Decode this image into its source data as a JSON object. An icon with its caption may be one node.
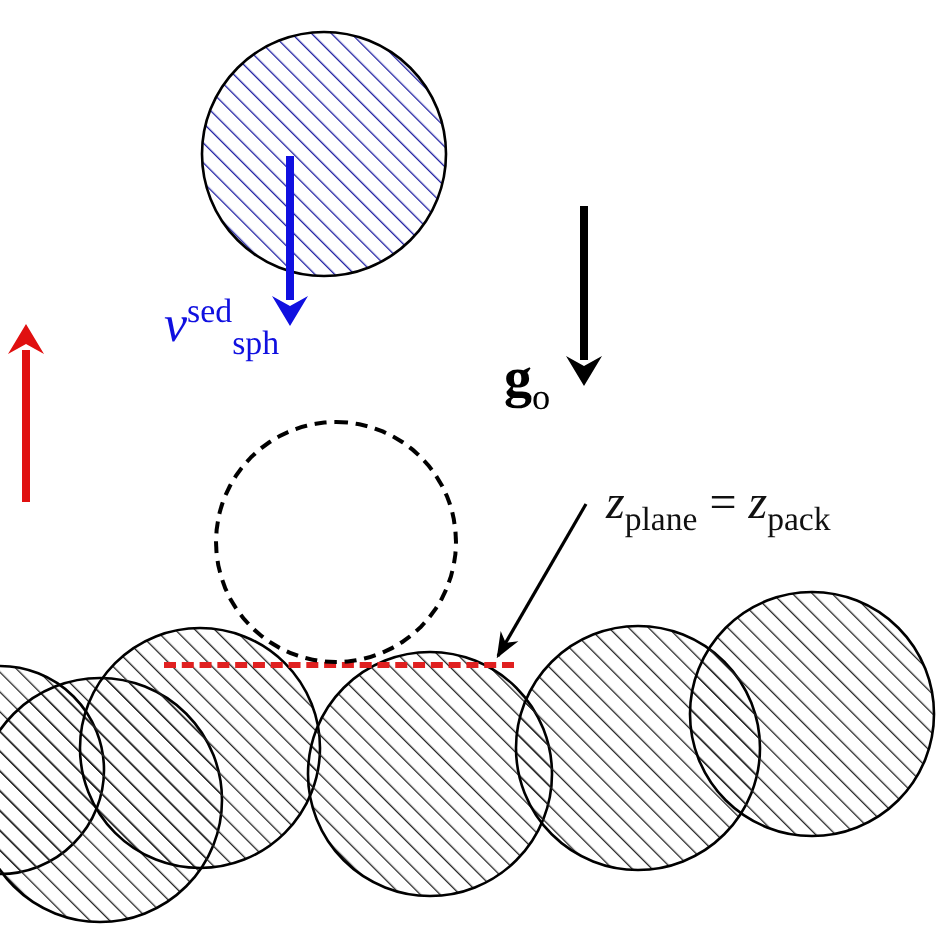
{
  "diagram": {
    "nodes": [
      {
        "text": [
          "*z*$_{plane}$ = *z*$_{pack}$"
        ]
      },
      {
        "text": [],
        "shape": "line"
      },
      {
        "text": [],
        "shape": "circle"
      }
    ],
    "edges": [
      {
        "from": 0,
        "to": 1,
        "arrow": "to"
      }
    ],
    "labels": [
      "*v*$^{sed}$$_{sph}$",
      "**g**$_{o}$"
    ]
  }
}
